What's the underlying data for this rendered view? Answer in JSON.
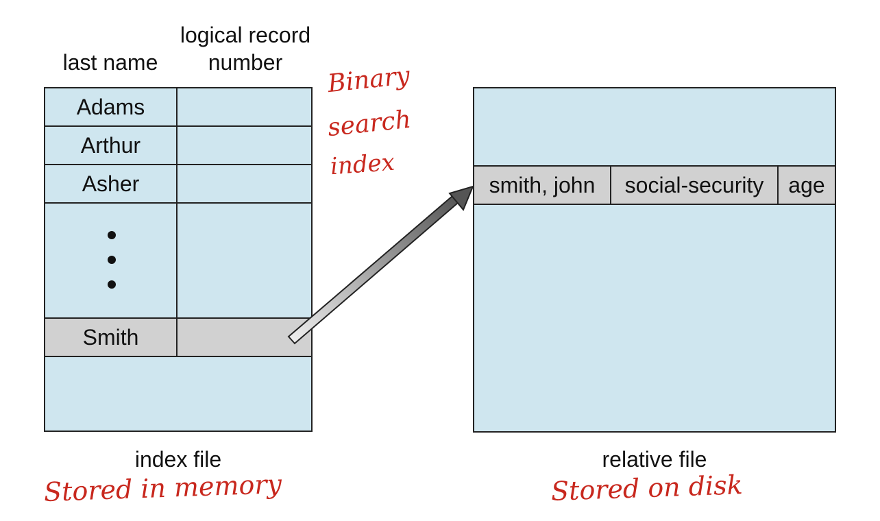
{
  "index_file": {
    "header_col1": "last name",
    "header_col2_line1": "logical record",
    "header_col2_line2": "number",
    "rows": [
      "Adams",
      "Arthur",
      "Asher"
    ],
    "ellipsis": "•••",
    "highlighted_row": "Smith",
    "caption": "index file",
    "annotation": "Stored in memory"
  },
  "side_annotation": {
    "line1": "Binary",
    "line2": "search",
    "line3": "index"
  },
  "relative_file": {
    "record_fields": [
      "smith, john",
      "social-security",
      "age"
    ],
    "caption": "relative file",
    "annotation": "Stored on disk"
  },
  "colors": {
    "table_fill": "#cfe6ef",
    "highlight_fill": "#d1d1d1",
    "annotation_red": "#c8281e",
    "border": "#222222"
  }
}
